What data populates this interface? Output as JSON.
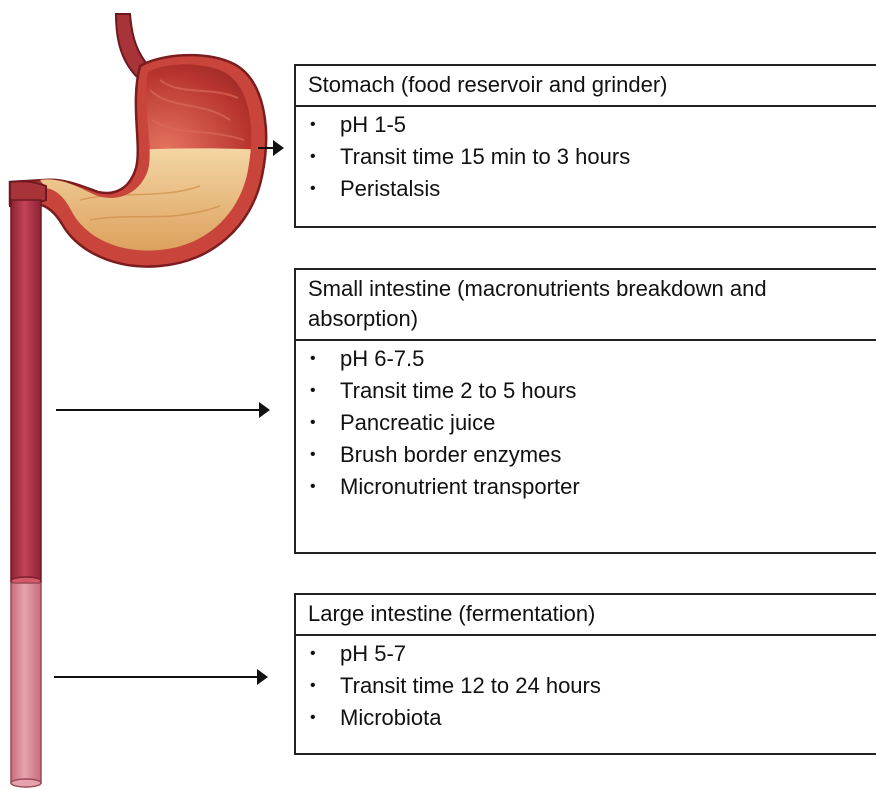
{
  "sections": [
    {
      "title": "Stomach (food reservoir and grinder)",
      "items": [
        "pH 1-5",
        "Transit time 15 min to 3 hours",
        "Peristalsis"
      ]
    },
    {
      "title": "Small intestine (macronutrients breakdown and absorption)",
      "items": [
        "pH 6-7.5",
        "Transit time 2 to 5 hours",
        "Pancreatic juice",
        "Brush border enzymes",
        "Micronutrient transporter"
      ]
    },
    {
      "title": "Large intestine (fermentation)",
      "items": [
        "pH 5-7",
        "Transit time 12 to 24 hours",
        "Microbiota"
      ]
    }
  ],
  "colors": {
    "small_intestine_tube": "#b5374a",
    "large_intestine_tube": "#d58591",
    "stomach_wall": "#c9443a",
    "stomach_contents": "#e8b579"
  }
}
